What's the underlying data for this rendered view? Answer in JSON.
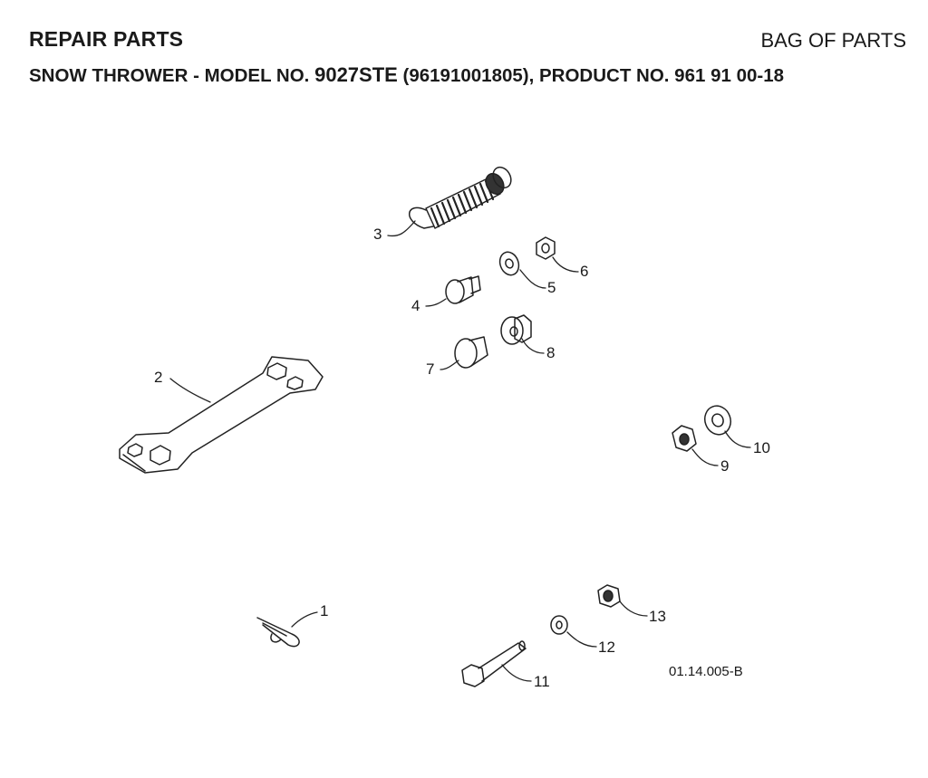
{
  "header": {
    "title": "REPAIR PARTS",
    "section": "BAG OF PARTS",
    "subtitle_prefix": "SNOW THROWER - MODEL NO.",
    "model": "9027STE",
    "subtitle_suffix": "(96191001805), PRODUCT NO. 961 91 00-18"
  },
  "callouts": {
    "c1": "1",
    "c2": "2",
    "c3": "3",
    "c4": "4",
    "c5": "5",
    "c6": "6",
    "c7": "7",
    "c8": "8",
    "c9": "9",
    "c10": "10",
    "c11": "11",
    "c12": "12",
    "c13": "13"
  },
  "drawing_code": "01.14.005-B"
}
